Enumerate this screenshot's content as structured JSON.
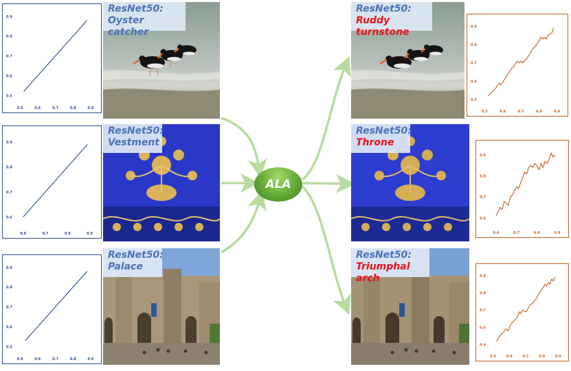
{
  "model": "ResNet50:",
  "method": "ALA",
  "inputs": [
    {
      "prediction": "Oyster catcher",
      "scene": "shorebirds"
    },
    {
      "prediction": "Vestment",
      "scene": "embroidery"
    },
    {
      "prediction": "Palace",
      "scene": "castle"
    }
  ],
  "outputs": [
    {
      "prediction": "Ruddy turnstone"
    },
    {
      "prediction": "Throne"
    },
    {
      "prediction": "Triumphal arch"
    }
  ],
  "colors": {
    "plot_input": "#2a4a8e",
    "plot_output": "#c0601e",
    "model_label": "#4a74b8",
    "adv_label": "#e8141c",
    "arrow": "#b7dba0",
    "node": "#5ea733"
  },
  "chart_data": [
    {
      "type": "line",
      "panel": "input-1",
      "x": [
        0.52,
        0.88
      ],
      "y": [
        0.52,
        0.88
      ],
      "xticks": [
        "0.5",
        "0.6",
        "0.7",
        "0.8",
        "0.9"
      ],
      "yticks": [
        "0.5",
        "0.6",
        "0.7",
        "0.8",
        "0.9"
      ],
      "xlim": [
        0.48,
        0.92
      ],
      "ylim": [
        0.47,
        0.92
      ]
    },
    {
      "type": "line",
      "panel": "input-2",
      "x": [
        0.6,
        0.89
      ],
      "y": [
        0.6,
        0.89
      ],
      "xticks": [
        "0.6",
        "0.7",
        "0.8",
        "0.9"
      ],
      "yticks": [
        "0.6",
        "0.7",
        "0.8",
        "0.9"
      ],
      "xlim": [
        0.57,
        0.92
      ],
      "ylim": [
        0.56,
        0.93
      ]
    },
    {
      "type": "line",
      "panel": "input-3",
      "x": [
        0.53,
        0.88
      ],
      "y": [
        0.53,
        0.88
      ],
      "xticks": [
        "0.5",
        "0.6",
        "0.7",
        "0.8",
        "0.9"
      ],
      "yticks": [
        "0.5",
        "0.6",
        "0.7",
        "0.8",
        "0.9"
      ],
      "xlim": [
        0.48,
        0.92
      ],
      "ylim": [
        0.47,
        0.92
      ]
    },
    {
      "type": "line",
      "panel": "output-1",
      "x": [
        0.52,
        0.54,
        0.56,
        0.58,
        0.59,
        0.61,
        0.63,
        0.65,
        0.66,
        0.68,
        0.69,
        0.7,
        0.71,
        0.72,
        0.73,
        0.75,
        0.76,
        0.78,
        0.8,
        0.81,
        0.82,
        0.83,
        0.84,
        0.85,
        0.86,
        0.87,
        0.88
      ],
      "y": [
        0.52,
        0.54,
        0.56,
        0.59,
        0.58,
        0.61,
        0.64,
        0.67,
        0.68,
        0.71,
        0.7,
        0.71,
        0.7,
        0.71,
        0.72,
        0.75,
        0.77,
        0.79,
        0.82,
        0.84,
        0.83,
        0.84,
        0.83,
        0.85,
        0.86,
        0.86,
        0.89
      ],
      "xticks": [
        "0.5",
        "0.6",
        "0.7",
        "0.8",
        "0.9"
      ],
      "yticks": [
        "0.5",
        "0.6",
        "0.7",
        "0.8",
        "0.9"
      ],
      "xlim": [
        0.48,
        0.92
      ],
      "ylim": [
        0.47,
        0.92
      ]
    },
    {
      "type": "line",
      "panel": "output-2",
      "x": [
        0.6,
        0.62,
        0.63,
        0.64,
        0.66,
        0.67,
        0.68,
        0.7,
        0.71,
        0.73,
        0.74,
        0.75,
        0.76,
        0.77,
        0.78,
        0.79,
        0.8,
        0.81,
        0.82,
        0.83,
        0.84,
        0.85,
        0.86,
        0.87,
        0.88,
        0.89
      ],
      "y": [
        0.61,
        0.65,
        0.64,
        0.68,
        0.66,
        0.7,
        0.71,
        0.75,
        0.74,
        0.79,
        0.82,
        0.81,
        0.84,
        0.85,
        0.84,
        0.86,
        0.85,
        0.83,
        0.86,
        0.84,
        0.87,
        0.86,
        0.88,
        0.91,
        0.89,
        0.9
      ],
      "xticks": [
        "0.6",
        "0.7",
        "0.8",
        "0.9"
      ],
      "yticks": [
        "0.6",
        "0.7",
        "0.8",
        "0.9"
      ],
      "xlim": [
        0.57,
        0.92
      ],
      "ylim": [
        0.56,
        0.93
      ]
    },
    {
      "type": "line",
      "panel": "output-3",
      "x": [
        0.52,
        0.54,
        0.56,
        0.58,
        0.59,
        0.61,
        0.63,
        0.65,
        0.66,
        0.67,
        0.68,
        0.7,
        0.71,
        0.72,
        0.74,
        0.76,
        0.78,
        0.8,
        0.82,
        0.83,
        0.84,
        0.85,
        0.86,
        0.87,
        0.88
      ],
      "y": [
        0.52,
        0.55,
        0.57,
        0.59,
        0.58,
        0.62,
        0.64,
        0.66,
        0.69,
        0.68,
        0.7,
        0.69,
        0.7,
        0.72,
        0.74,
        0.76,
        0.79,
        0.82,
        0.85,
        0.84,
        0.86,
        0.85,
        0.88,
        0.87,
        0.89
      ],
      "xticks": [
        "0.5",
        "0.6",
        "0.7",
        "0.8",
        "0.9"
      ],
      "yticks": [
        "0.5",
        "0.6",
        "0.7",
        "0.8",
        "0.9"
      ],
      "xlim": [
        0.48,
        0.92
      ],
      "ylim": [
        0.47,
        0.92
      ]
    }
  ]
}
